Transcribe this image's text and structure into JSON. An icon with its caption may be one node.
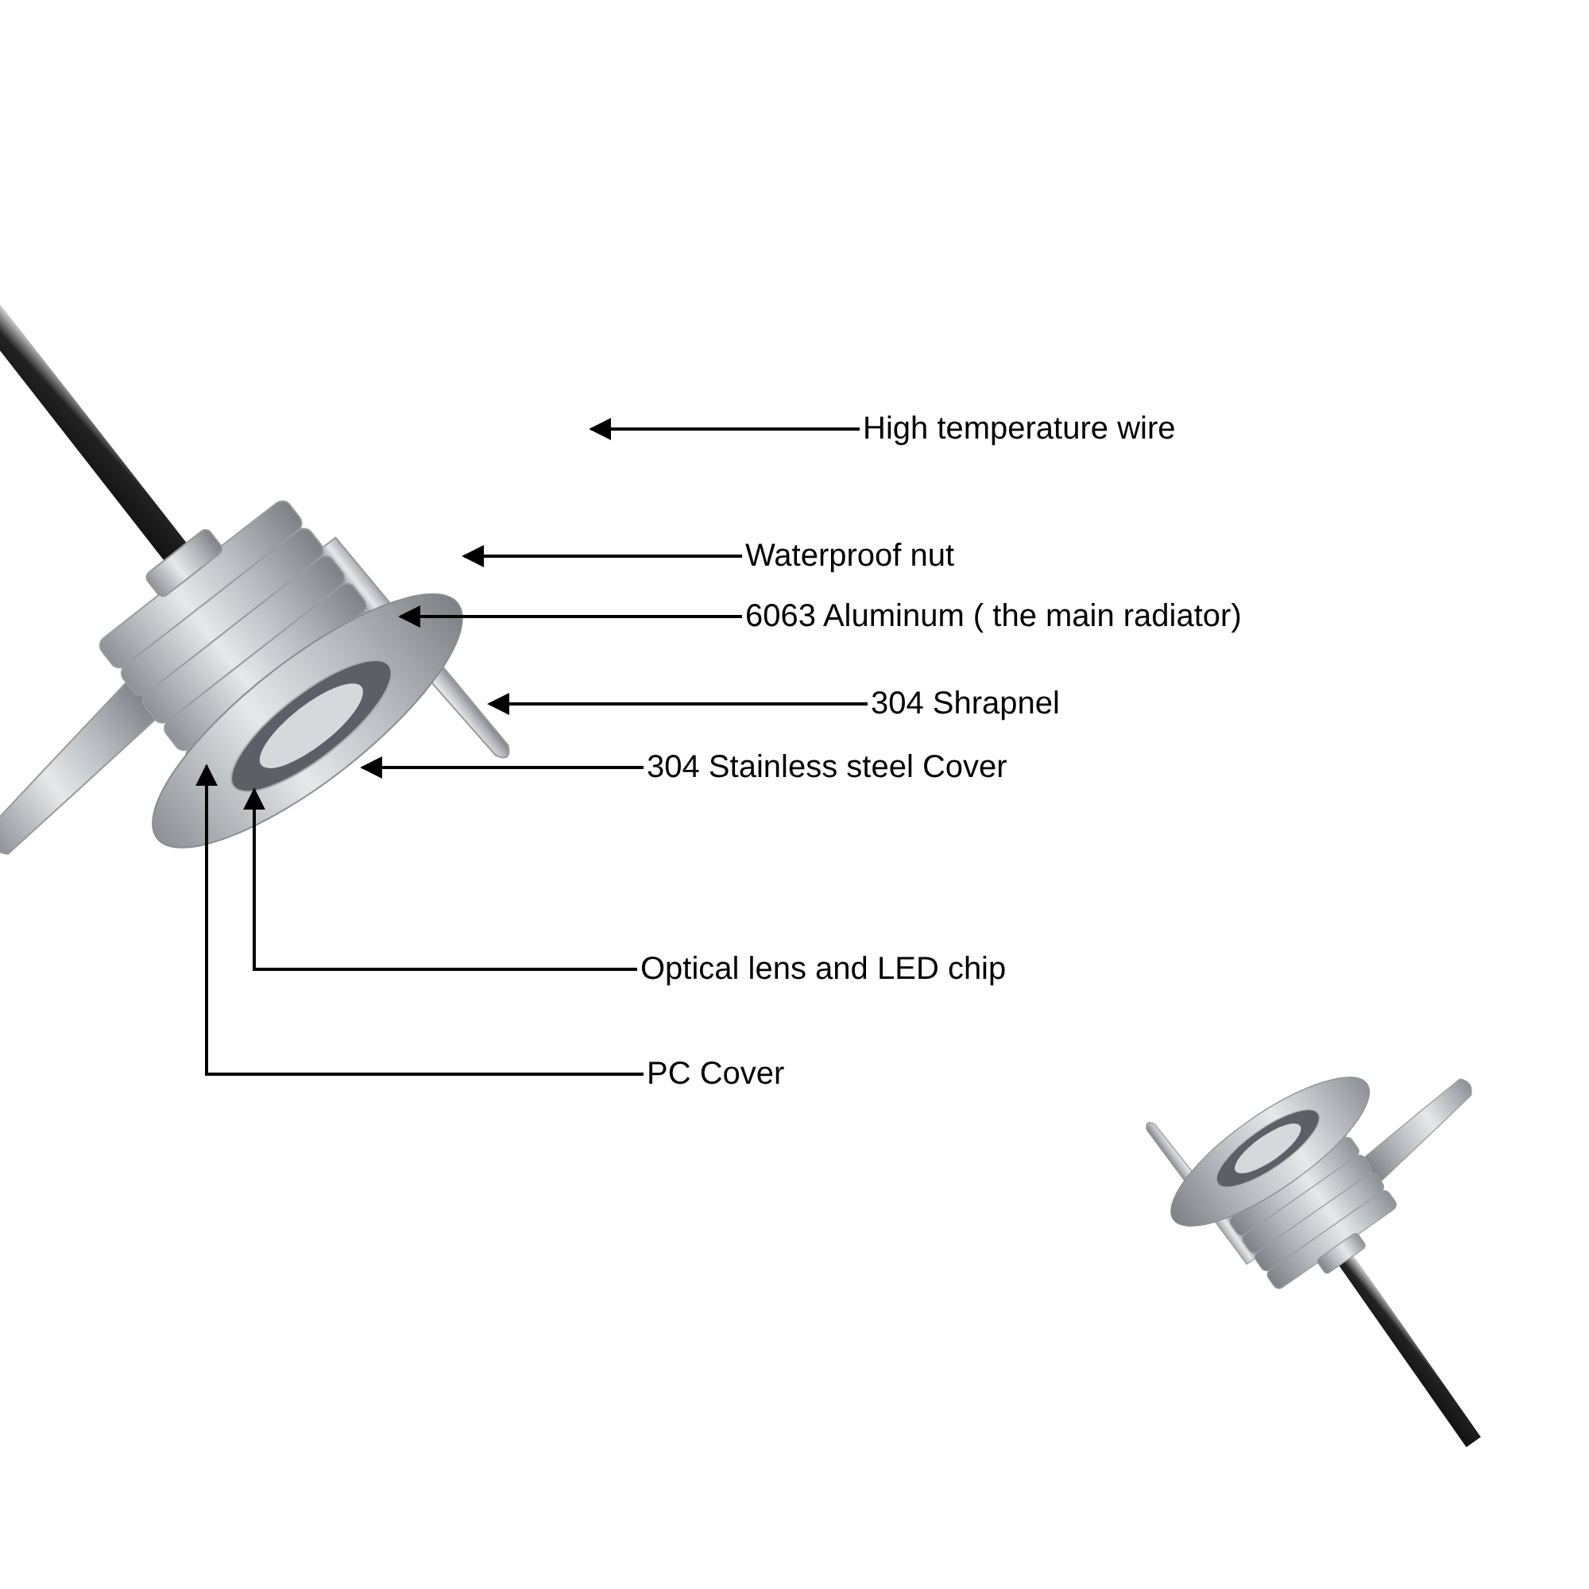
{
  "diagram": {
    "nodes": [
      {
        "text": [
          "High temperature wire"
        ]
      },
      {
        "text": [
          "Waterproof nut"
        ]
      },
      {
        "text": [
          "6063 Aluminum ( the main radiator)"
        ]
      },
      {
        "text": [
          "304 Shrapnel"
        ]
      },
      {
        "text": [
          "304 Stainless steel Cover"
        ]
      },
      {
        "text": [
          "Optical lens and LED chip"
        ]
      },
      {
        "text": [
          "PC Cover"
        ]
      }
    ],
    "edges": [
      {
        "from": 0,
        "to": null,
        "arrow": "to"
      },
      {
        "from": 1,
        "to": null,
        "arrow": "to"
      },
      {
        "from": 2,
        "to": null,
        "arrow": "to"
      },
      {
        "from": 3,
        "to": null,
        "arrow": "to"
      },
      {
        "from": 4,
        "to": null,
        "arrow": "to"
      },
      {
        "from": 5,
        "to": null,
        "arrow": "to"
      },
      {
        "from": 6,
        "to": null,
        "arrow": "to"
      }
    ]
  }
}
